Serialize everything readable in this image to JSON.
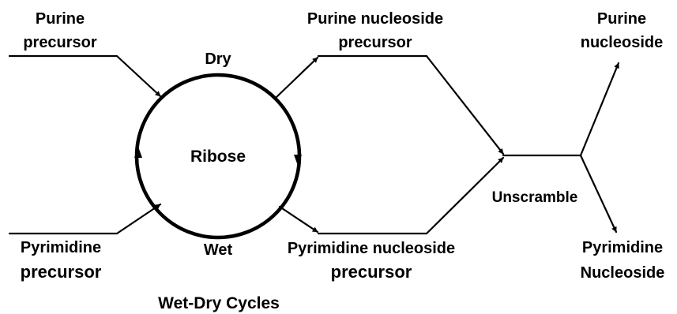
{
  "labels": {
    "purine_precursor_l1": "Purine",
    "purine_precursor_l2": "precursor",
    "pyrimidine_precursor_l1": "Pyrimidine",
    "pyrimidine_precursor_l2": "precursor",
    "dry": "Dry",
    "wet": "Wet",
    "ribose": "Ribose",
    "cycle_caption": "Wet-Dry Cycles",
    "purine_nucleoside_precursor_l1": "Purine nucleoside",
    "purine_nucleoside_precursor_l2": "precursor",
    "pyrimidine_nucleoside_precursor_l1": "Pyrimidine nucleoside",
    "pyrimidine_nucleoside_precursor_l2": "precursor",
    "unscramble": "Unscramble",
    "purine_nucleoside_l1": "Purine",
    "purine_nucleoside_l2": "nucleoside",
    "pyrimidine_nucleoside_l1": "Pyrimidine",
    "pyrimidine_nucleoside_l2": "Nucleoside"
  },
  "colors": {
    "ink": "#000000",
    "background": "#ffffff"
  }
}
